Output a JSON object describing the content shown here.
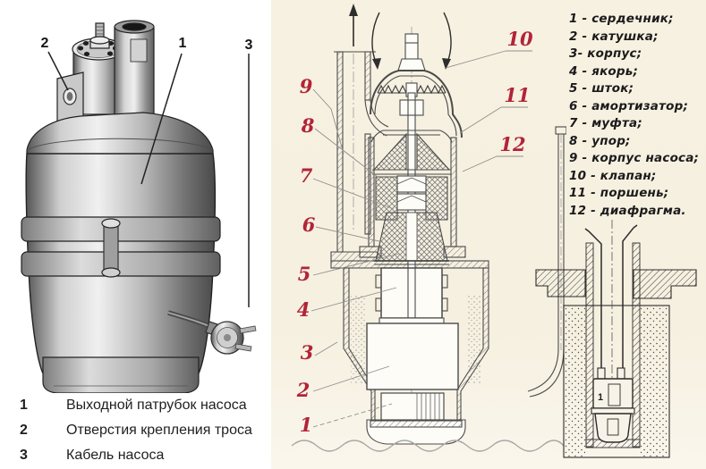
{
  "palette": {
    "accent_red": "#b22438",
    "paper": "#f6f0e0",
    "ink": "#1b1b1b"
  },
  "pump_figure": {
    "callouts": [
      "1",
      "2",
      "3"
    ]
  },
  "pump_legend": {
    "rows": [
      {
        "num": "1",
        "label": "Выходной патрубок насоса"
      },
      {
        "num": "2",
        "label": "Отверстия крепления троса"
      },
      {
        "num": "3",
        "label": "Кабель насоса"
      }
    ]
  },
  "section_figure": {
    "callouts_left": [
      "9",
      "8",
      "7",
      "6",
      "5",
      "4",
      "3",
      "2",
      "1"
    ],
    "callouts_right": [
      "10",
      "11",
      "12"
    ]
  },
  "parts_list": {
    "items": [
      "1 - сердечник;",
      "2 - катушка;",
      "3- корпус;",
      "4 - якорь;",
      "5 - шток;",
      "6 - амортизатор;",
      "7 - муфта;",
      "8 - упор;",
      "9 - корпус насоса;",
      "10 - клапан;",
      "11 - поршень;",
      "12 - диафрагма."
    ]
  },
  "well_figure": {
    "pump_label": "1"
  }
}
